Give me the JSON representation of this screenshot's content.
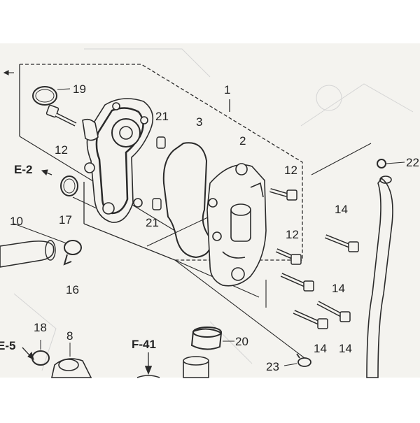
{
  "labels": {
    "p1": "1",
    "p2": "2",
    "p3": "3",
    "p8": "8",
    "p10": "10",
    "p12a": "12",
    "p12b": "12",
    "p12c": "12",
    "p14a": "14",
    "p14b": "14",
    "p14c": "14",
    "p14d": "14",
    "p16": "16",
    "p17": "17",
    "p18": "18",
    "p19": "19",
    "p20": "20",
    "p21a": "21",
    "p21b": "21",
    "p22": "22",
    "p23": "23"
  },
  "refs": {
    "e2": "E-2",
    "e5": "E-5",
    "f41": "F-41"
  },
  "colors": {
    "paper": "#f4f3ef",
    "ink": "#2a2a2a",
    "ghost": "#cfcfcf"
  }
}
